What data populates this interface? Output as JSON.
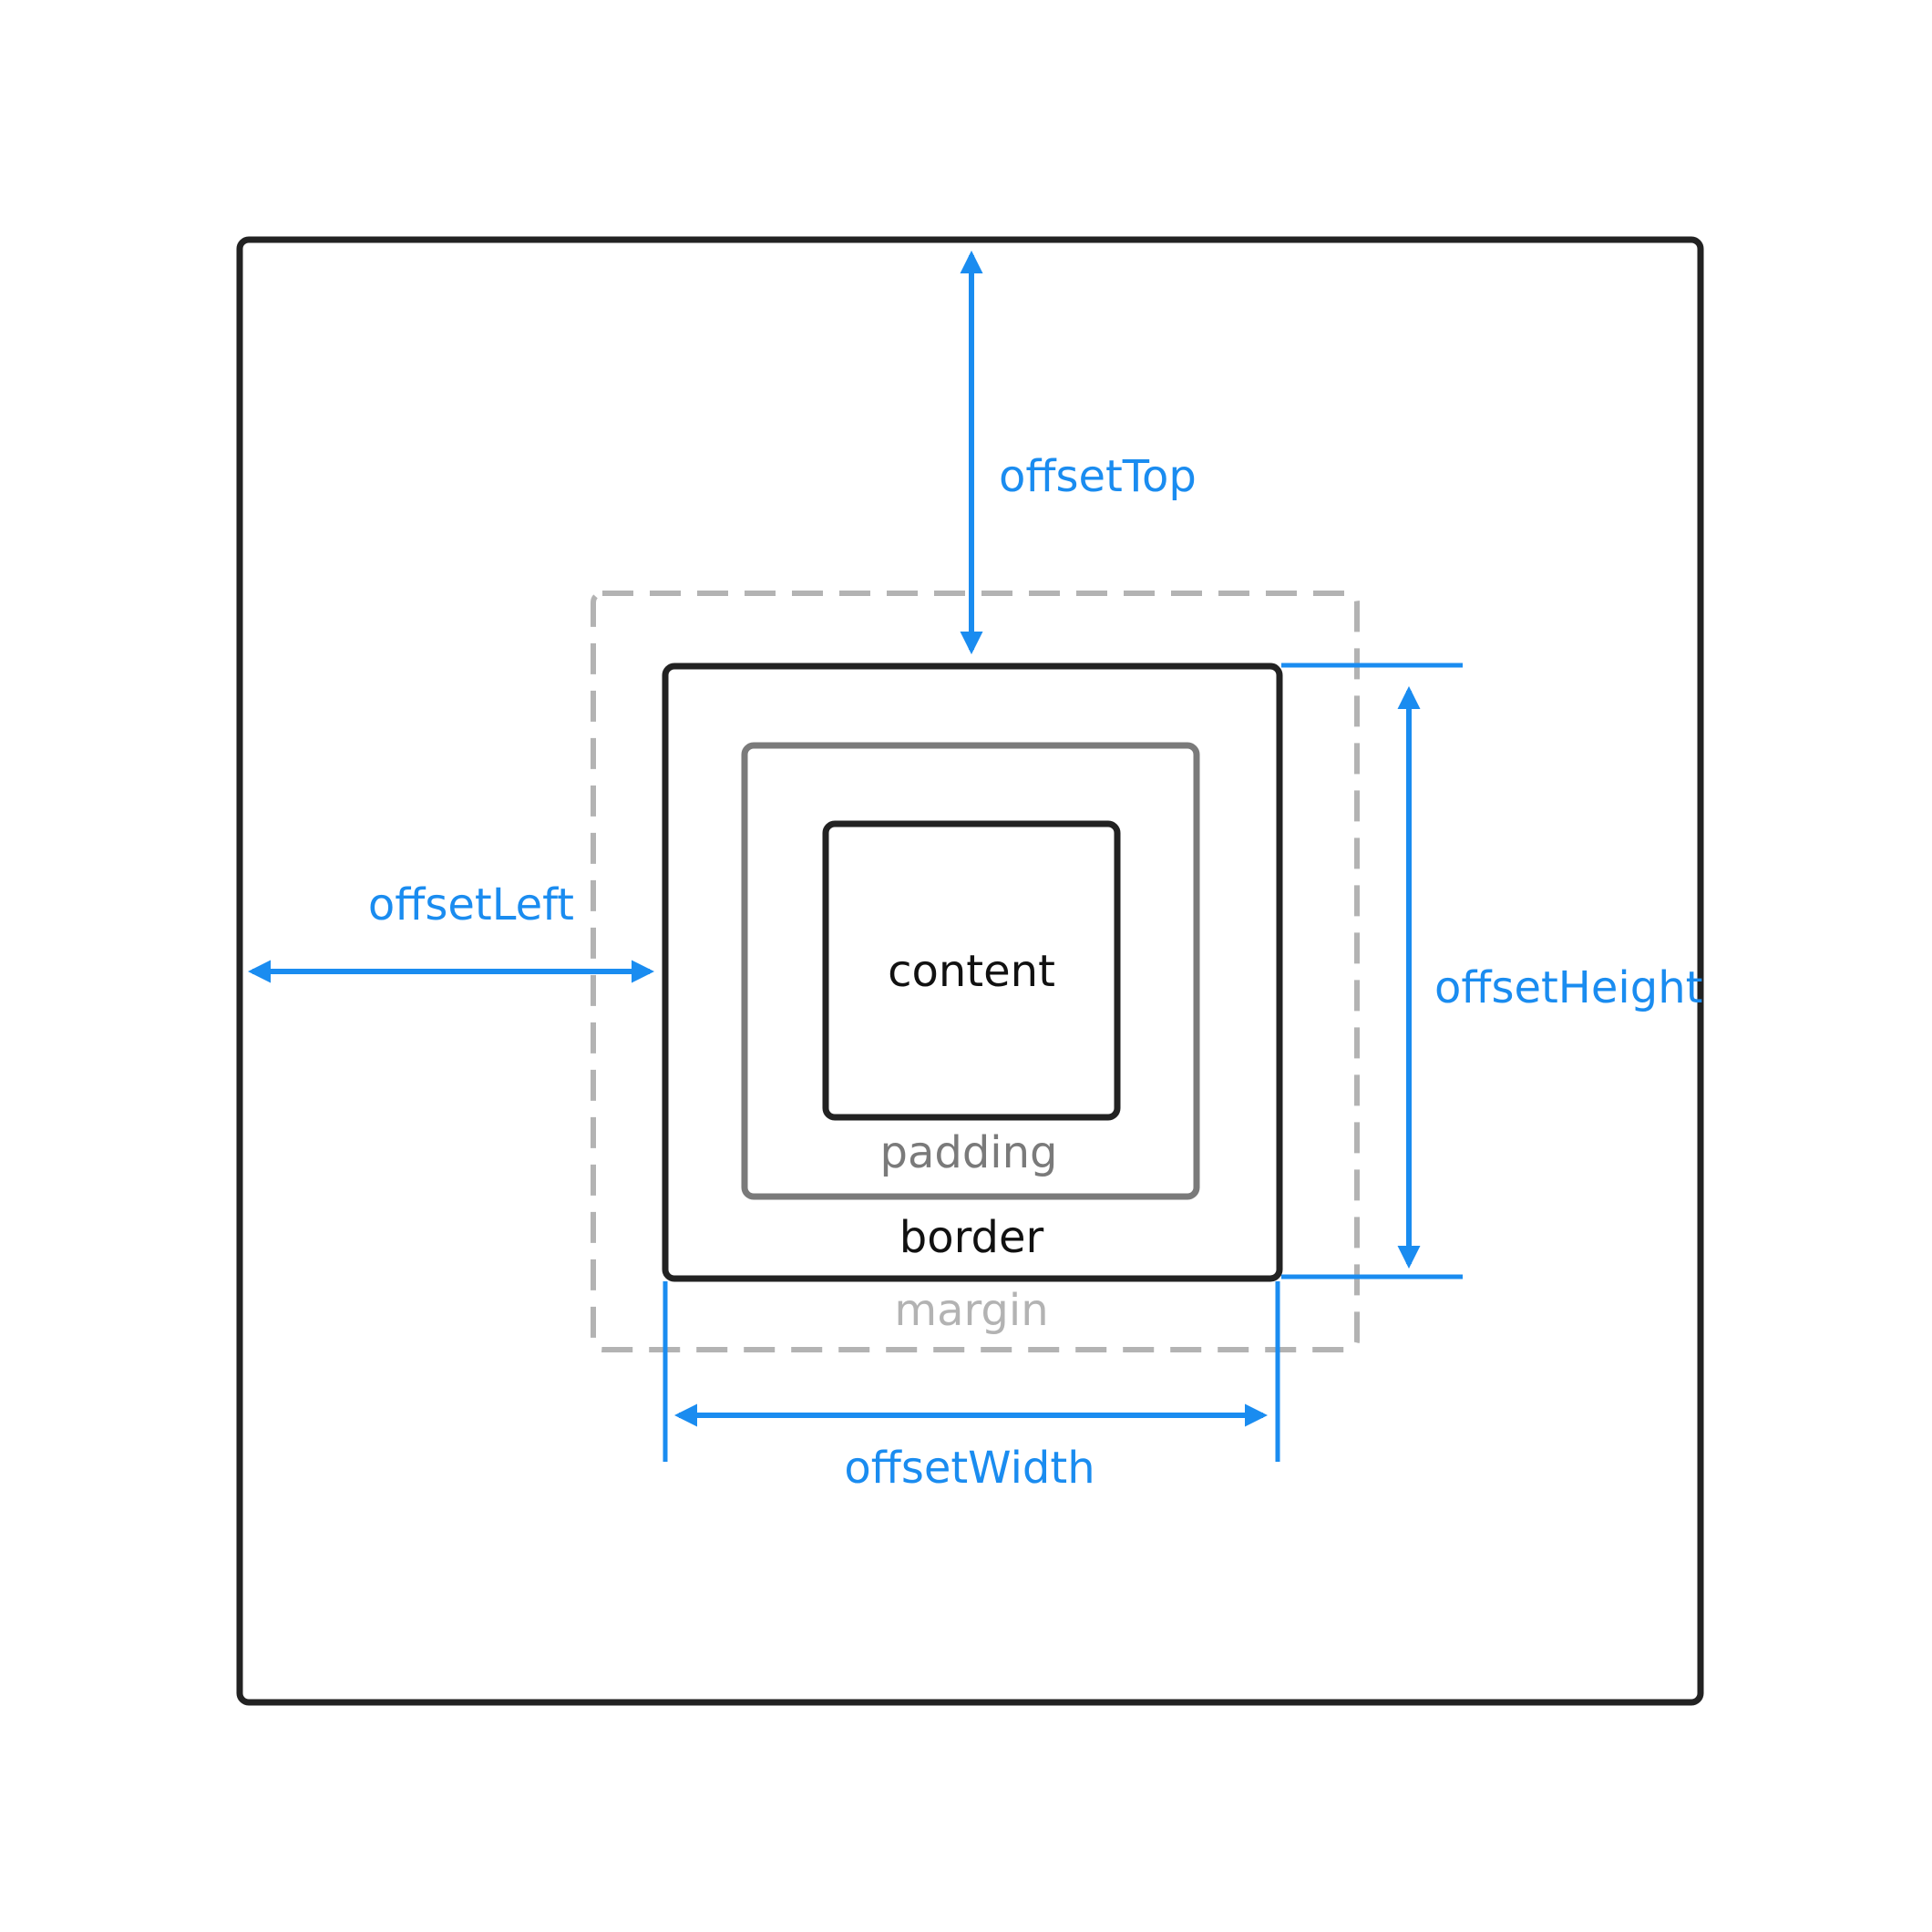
{
  "labels": {
    "offset_top": "offsetTop",
    "offset_left": "offsetLeft",
    "offset_height": "offsetHeight",
    "offset_width": "offsetWidth",
    "content": "content",
    "padding": "padding",
    "border": "border",
    "margin": "margin"
  },
  "colors": {
    "accent_blue": "#1a8cf0",
    "frame_dark": "#222222",
    "padding_gray": "#7a7a7a",
    "margin_gray": "#b3b3b3",
    "background": "#ffffff"
  }
}
